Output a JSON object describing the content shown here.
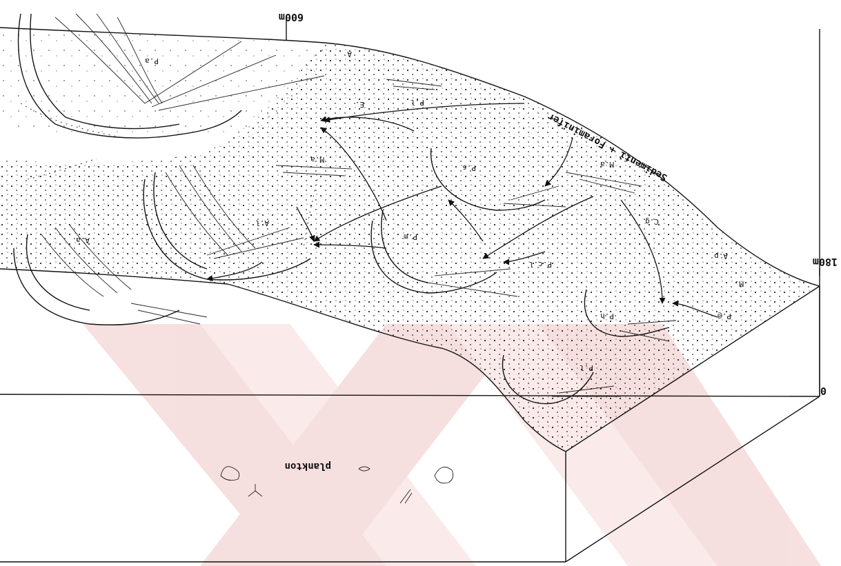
{
  "depths": {
    "top": "600m",
    "middle": "180m",
    "bottom": "0"
  },
  "sediment_label": "Sedimenti + Foraminifer",
  "plankton_label": "plankton",
  "species_labels": [
    "P.a",
    "A",
    "P.l",
    "E.",
    "M.a",
    "P.s",
    "M.a",
    "A.l",
    "P.m",
    "C.g",
    "A.a",
    "P.c.l",
    "A.p",
    "M.",
    "P.@",
    "P.h",
    "P.l"
  ],
  "colors": {
    "ink": "#111111",
    "watermark": "#e8a6a6",
    "background": "#ffffff"
  }
}
